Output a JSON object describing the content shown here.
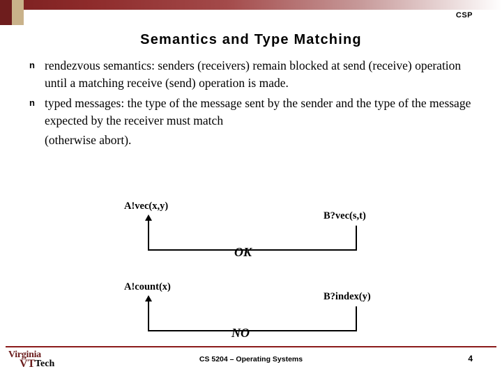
{
  "header": {
    "corner_label": "CSP"
  },
  "title": "Semantics and Type Matching",
  "bullets": [
    {
      "marker": "n",
      "text": "rendezvous semantics: senders (receivers) remain blocked at send (receive) operation until a matching receive (send) operation is made."
    },
    {
      "marker": "n",
      "text": "typed messages: the type of the message sent by the sender and the type of the message expected by the receiver must match"
    }
  ],
  "sub_paragraph": "(otherwise abort).",
  "diagram": {
    "pair_one": {
      "left_label": "A!vec(x,y)",
      "right_label": "B?vec(s,t)",
      "verdict": "OK"
    },
    "pair_two": {
      "left_label": "A!count(x)",
      "right_label": "B?index(y)",
      "verdict": "NO"
    }
  },
  "footer": {
    "center_text": "CS 5204 – Operating Systems",
    "page_number": "4",
    "logo": {
      "word_one": "Virginia",
      "word_two": "Tech",
      "mark": "VT"
    }
  },
  "colors": {
    "accent_maroon": "#8b1a1a",
    "logo_maroon": "#6b1d1d",
    "tan": "#c9b28a"
  }
}
